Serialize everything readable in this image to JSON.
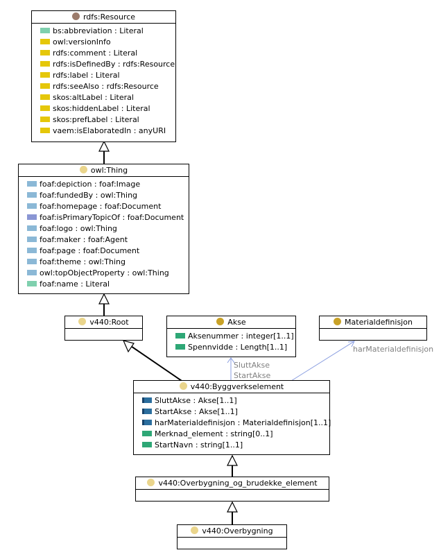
{
  "classes": {
    "resource": {
      "name": "rdfs:Resource",
      "dot_color": "#9b7b6b",
      "attributes": [
        {
          "text": "bs:abbreviation : Literal",
          "color": "#7fd0ae"
        },
        {
          "text": "owl:versionInfo",
          "color": "#e5c70a"
        },
        {
          "text": "rdfs:comment : Literal",
          "color": "#e5c70a"
        },
        {
          "text": "rdfs:isDefinedBy : rdfs:Resource",
          "color": "#e5c70a"
        },
        {
          "text": "rdfs:label : Literal",
          "color": "#e5c70a"
        },
        {
          "text": "rdfs:seeAlso : rdfs:Resource",
          "color": "#e5c70a"
        },
        {
          "text": "skos:altLabel : Literal",
          "color": "#e5c70a"
        },
        {
          "text": "skos:hiddenLabel : Literal",
          "color": "#e5c70a"
        },
        {
          "text": "skos:prefLabel : Literal",
          "color": "#e5c70a"
        },
        {
          "text": "vaem:isElaboratedIn : anyURI",
          "color": "#e5c70a"
        }
      ]
    },
    "thing": {
      "name": "owl:Thing",
      "dot_color": "#ead58c",
      "attributes": [
        {
          "text": "foaf:depiction : foaf:Image",
          "color": "#8bb8d6"
        },
        {
          "text": "foaf:fundedBy : owl:Thing",
          "color": "#8bb8d6"
        },
        {
          "text": "foaf:homepage : foaf:Document",
          "color": "#8bb8d6"
        },
        {
          "text": "foaf:isPrimaryTopicOf : foaf:Document",
          "color": "#8a96d4"
        },
        {
          "text": "foaf:logo : owl:Thing",
          "color": "#8bb8d6"
        },
        {
          "text": "foaf:maker : foaf:Agent",
          "color": "#8bb8d6"
        },
        {
          "text": "foaf:page : foaf:Document",
          "color": "#8bb8d6"
        },
        {
          "text": "foaf:theme : owl:Thing",
          "color": "#8bb8d6"
        },
        {
          "text": "owl:topObjectProperty : owl:Thing",
          "color": "#8bb8d6"
        },
        {
          "text": "foaf:name : Literal",
          "color": "#7fd0ae"
        }
      ]
    },
    "root": {
      "name": "v440:Root",
      "dot_color": "#ead58c",
      "attributes": []
    },
    "akse": {
      "name": "Akse",
      "dot_color": "#c9a227",
      "attributes": [
        {
          "text": "Aksenummer : integer[1..1]",
          "color": "#2ea776"
        },
        {
          "text": "Spennvidde : Length[1..1]",
          "color": "#2ea776"
        }
      ]
    },
    "materialdef": {
      "name": "Materialdefinisjon",
      "dot_color": "#c9a227",
      "attributes": []
    },
    "bygg": {
      "name": "v440:Byggverkselement",
      "dot_color": "#ead58c",
      "attributes": [
        {
          "text": "SluttAkse : Akse[1..1]",
          "color": "#2b6e9e",
          "left_mark": true
        },
        {
          "text": "StartAkse : Akse[1..1]",
          "color": "#2b6e9e",
          "left_mark": true
        },
        {
          "text": "harMaterialdefinisjon : Materialdefinisjon[1..1]",
          "color": "#2b6e9e",
          "left_mark": true
        },
        {
          "text": "Merknad_element : string[0..1]",
          "color": "#2ea776"
        },
        {
          "text": "StartNavn : string[1..1]",
          "color": "#2ea776"
        }
      ]
    },
    "overbygning_element": {
      "name": "v440:Overbygning_og_brudekke_element",
      "dot_color": "#ead58c",
      "attributes": []
    },
    "overbygning": {
      "name": "v440:Overbygning",
      "dot_color": "#ead58c",
      "attributes": []
    }
  },
  "edge_labels": {
    "slutt": "SluttAkse",
    "start": "StartAkse",
    "material": "harMaterialdefinisjon"
  },
  "colors": {
    "association": "#8a9ee0",
    "edge_label": "#808080"
  }
}
